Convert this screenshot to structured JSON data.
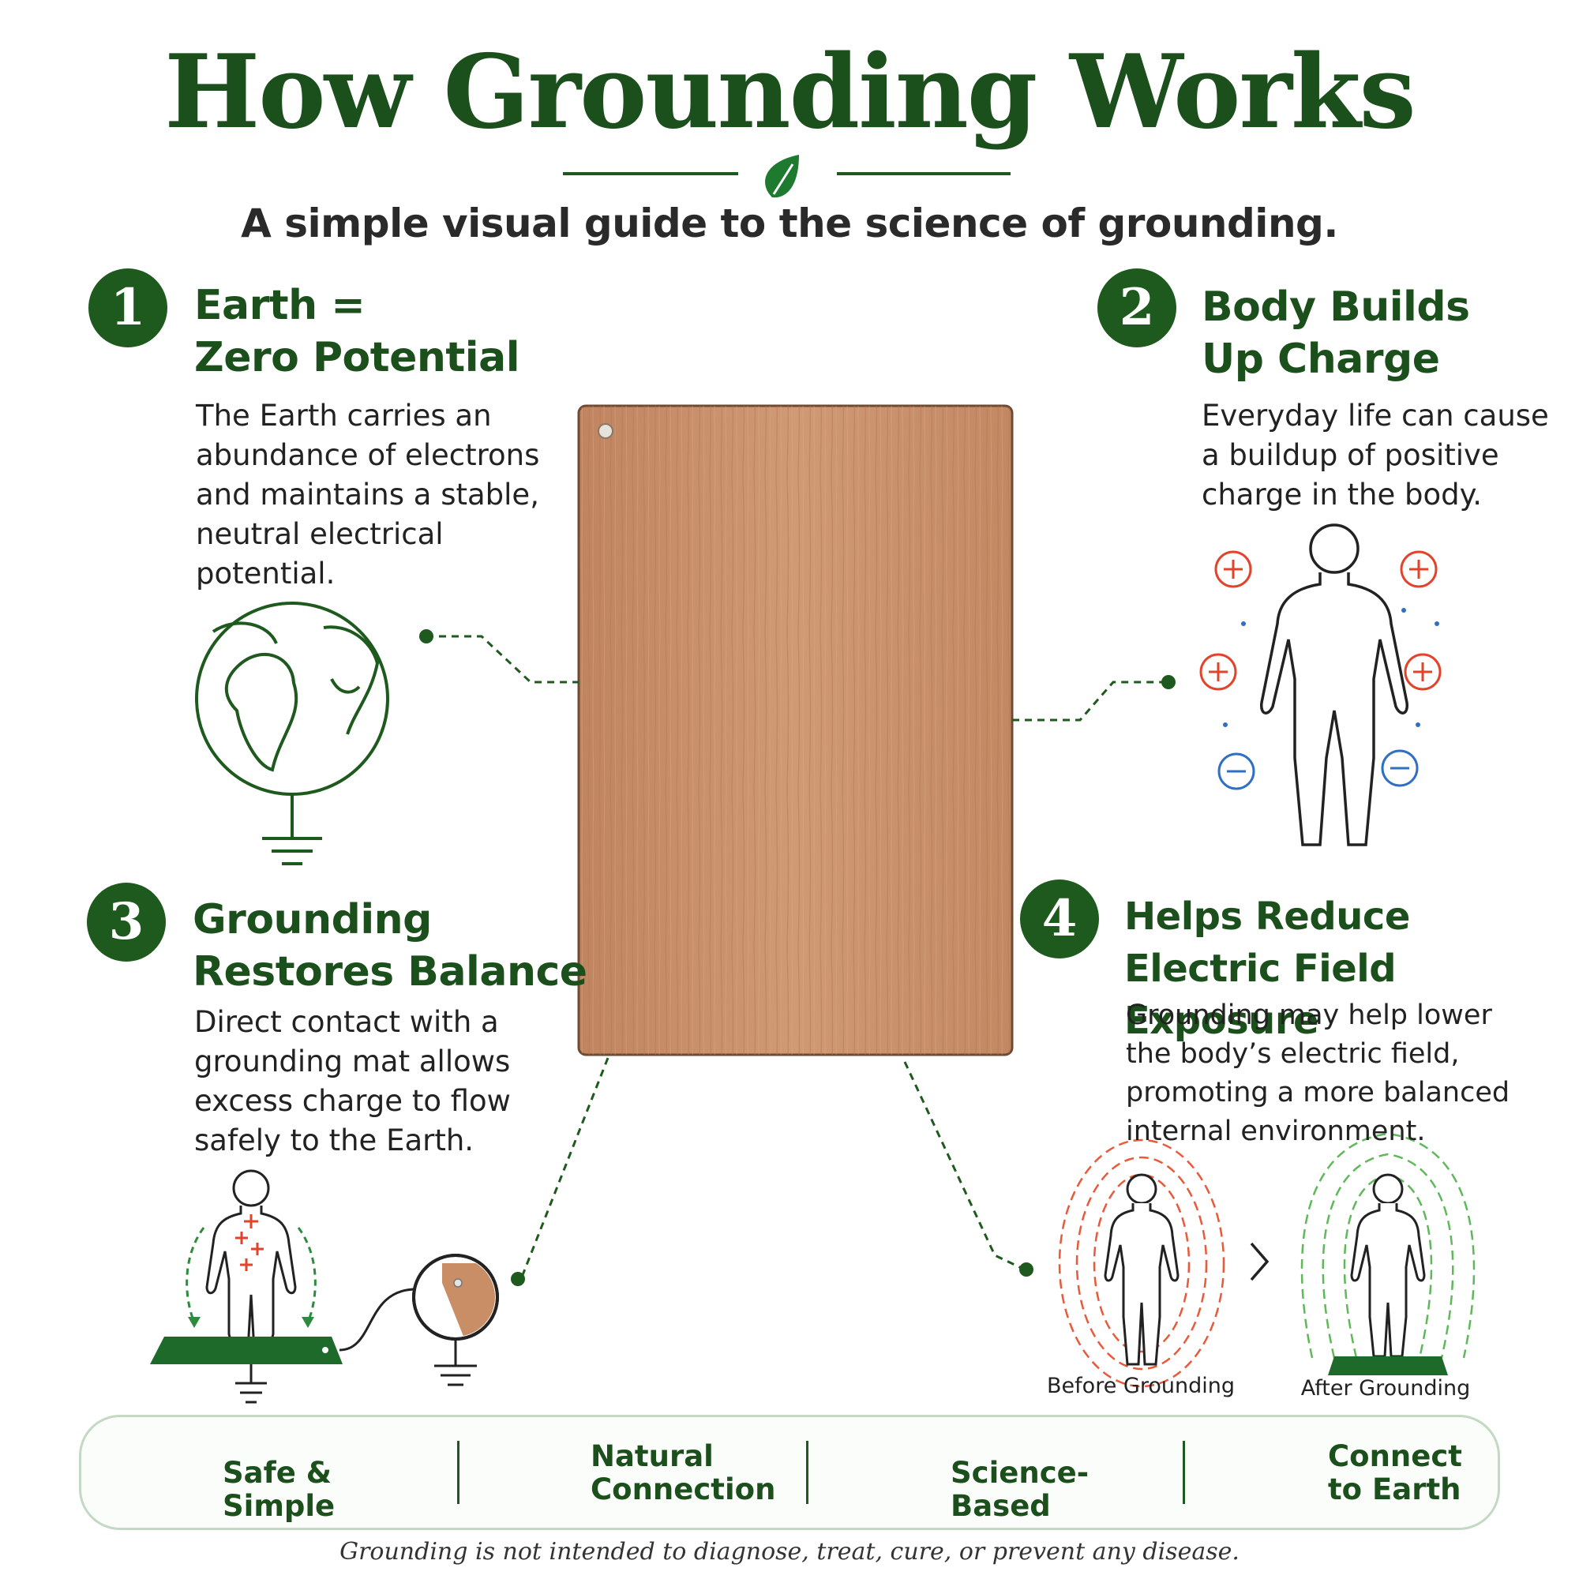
{
  "header": {
    "title": "How Grounding Works",
    "subtitle": "A simple visual guide to the science of grounding."
  },
  "steps": [
    {
      "number": "1",
      "title_line1": "Earth =",
      "title_line2": "Zero Potential",
      "lines": [
        "The Earth carries an",
        "abundance of electrons",
        "and maintains a stable,",
        "neutral electrical",
        "potential."
      ]
    },
    {
      "number": "2",
      "title_line1": "Body Builds",
      "title_line2": "Up Charge",
      "lines": [
        "Everyday life can cause",
        "a buildup of positive",
        "charge in the body."
      ]
    },
    {
      "number": "3",
      "title_line1": "Grounding",
      "title_line2": "Restores Balance",
      "lines": [
        "Direct contact with a",
        "grounding mat allows",
        "excess charge to flow",
        "safely to the Earth."
      ]
    },
    {
      "number": "4",
      "title_line1": "Helps Reduce",
      "title_line2": "Electric Field Exposure",
      "lines": [
        "Grounding may help lower",
        "the body’s electric field,",
        "promoting a more balanced",
        "internal environment."
      ]
    }
  ],
  "comparison": {
    "before": "Before Grounding",
    "after": "After Grounding"
  },
  "charges": {
    "plus": "+",
    "minus": "−"
  },
  "features": [
    {
      "icon": "shield-icon",
      "line1": "Safe & Simple",
      "line2": ""
    },
    {
      "icon": "leaf-icon",
      "line1": "Natural",
      "line2": "Connection"
    },
    {
      "icon": "wave-icon",
      "line1": "Science-Based",
      "line2": ""
    },
    {
      "icon": "ground-symbol-icon",
      "line1": "Connect",
      "line2": "to Earth"
    }
  ],
  "disclaimer": "Grounding is not intended to diagnose, treat, cure, or prevent any disease.",
  "colors": {
    "brand_green": "#1e5a1e",
    "positive_red": "#e2432a",
    "negative_blue": "#2f6fc4",
    "wood": "#c98e65"
  }
}
